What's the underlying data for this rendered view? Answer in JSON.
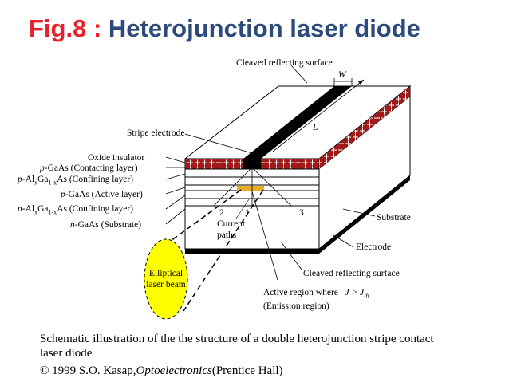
{
  "title": {
    "fig_num": "Fig.8 :",
    "text": "Heterojunction laser diode"
  },
  "labels": {
    "cleaved_top": "Cleaved reflecting surface",
    "w": "W",
    "l": "L",
    "stripe_electrode": "Stripe electrode",
    "oxide_insulator": "Oxide insulator",
    "p_gaas_contacting": "-GaAs (Contacting layer)",
    "p_algaas_confining": "As (Confining layer)",
    "p_gaas_active": "-GaAs (Active layer)",
    "n_algaas_confining": "As (Confining layer)",
    "n_gaas_substrate": "-GaAs (Substrate)",
    "substrate": "Substrate",
    "electrode": "Electrode",
    "cleaved_bottom": "Cleaved reflecting surface",
    "current_paths": "Current paths",
    "path_1": "1",
    "path_2": "2",
    "path_3": "3",
    "elliptical_beam": "Elliptical laser beam",
    "active_region": "Active region where",
    "active_condition": "J > J",
    "active_condition_sub": "th",
    "emission_region": "(Emission region)",
    "p": "p",
    "n": "n",
    "al": "-Al",
    "x": "x",
    "ga": "Ga",
    "one_minus_x": "1-x"
  },
  "caption": "Schematic illustration of the the structure of a double heterojunction stripe contact laser diode",
  "credit": {
    "prefix": "© 1999 S.O. Kasap,",
    "book": "Optoelectronics",
    "suffix": "(Prentice Hall)"
  },
  "colors": {
    "title_num": "#e8202a",
    "title_text": "#2c4a7c",
    "oxide": "#a01a1a",
    "beam": "#ffff00",
    "active": "#e8b020"
  }
}
